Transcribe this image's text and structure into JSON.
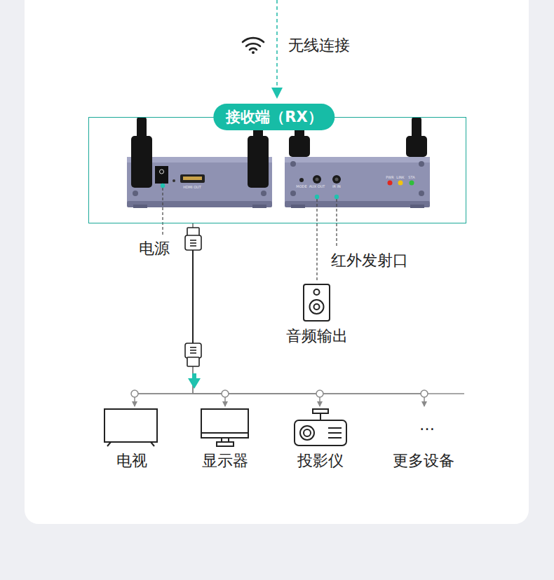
{
  "diagram": {
    "nodes": [
      {
        "text": [
          "接收端（RX）"
        ]
      },
      {
        "text": [
          "电视"
        ]
      },
      {
        "text": [
          "显示器"
        ]
      },
      {
        "text": [
          "投影仪"
        ]
      },
      {
        "text": [
          "更多设备"
        ]
      }
    ],
    "edges": [
      {
        "from": 0,
        "to": 1,
        "arrow": "to"
      },
      {
        "from": 0,
        "to": 2,
        "arrow": "to"
      },
      {
        "from": 0,
        "to": 3,
        "arrow": "to"
      },
      {
        "from": 0,
        "to": 4,
        "arrow": "to"
      }
    ],
    "labels": [
      "无线连接",
      "HDMI OUT",
      "MODE",
      "AUX OUT",
      "IR IN",
      "PWR",
      "LINK",
      "STA",
      "电源",
      "红外发射口",
      "音频输出",
      "…"
    ]
  }
}
